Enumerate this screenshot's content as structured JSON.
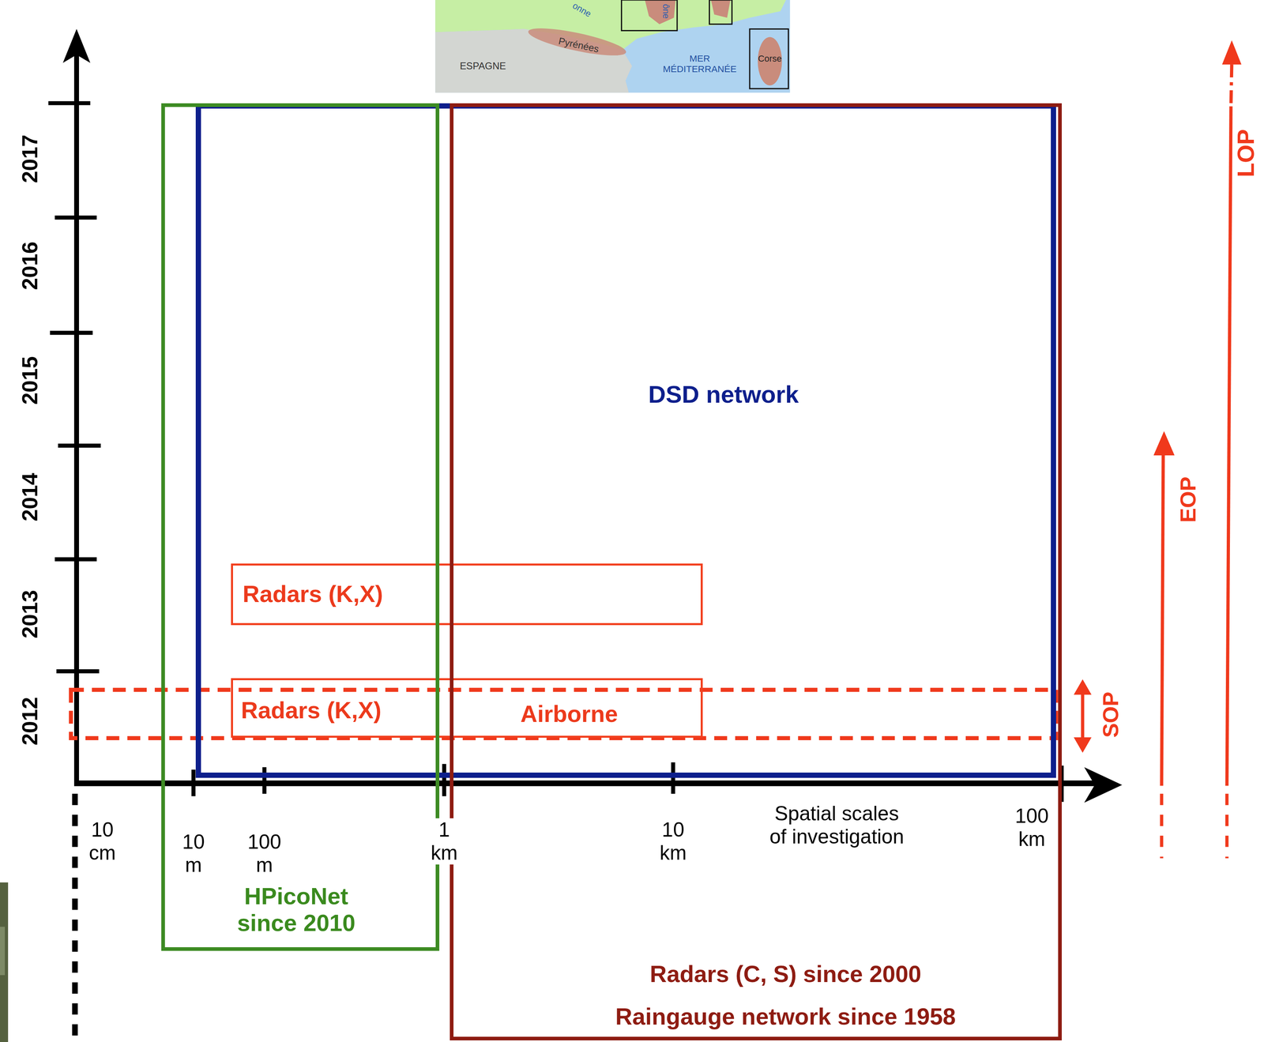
{
  "diagram": {
    "nodes": [
      {
        "text": [
          "DSD network"
        ]
      },
      {
        "text": [
          "Radars (K,X)"
        ],
        "in": 0
      },
      {
        "text": [
          "Radars (K,X)",
          "Airborne"
        ],
        "in": 0
      },
      {
        "text": [
          "HPicoNet since 2010"
        ]
      },
      {
        "text": [
          "Radars (C, S) since 2000",
          "Raingauge network since 1958"
        ]
      }
    ],
    "labels": [
      "onne",
      "ône",
      "Pyrénées",
      "ESPAGNE",
      "MER MÉDITERRANÉE",
      "Corse",
      "LOP",
      "2017",
      "2016",
      "2015",
      "2014",
      "EOP",
      "2013",
      "2012",
      "SOP",
      "10 cm",
      "10 m",
      "100 m",
      "1 km",
      "10 km",
      "Spatial scales of investigation",
      "100 km"
    ]
  }
}
